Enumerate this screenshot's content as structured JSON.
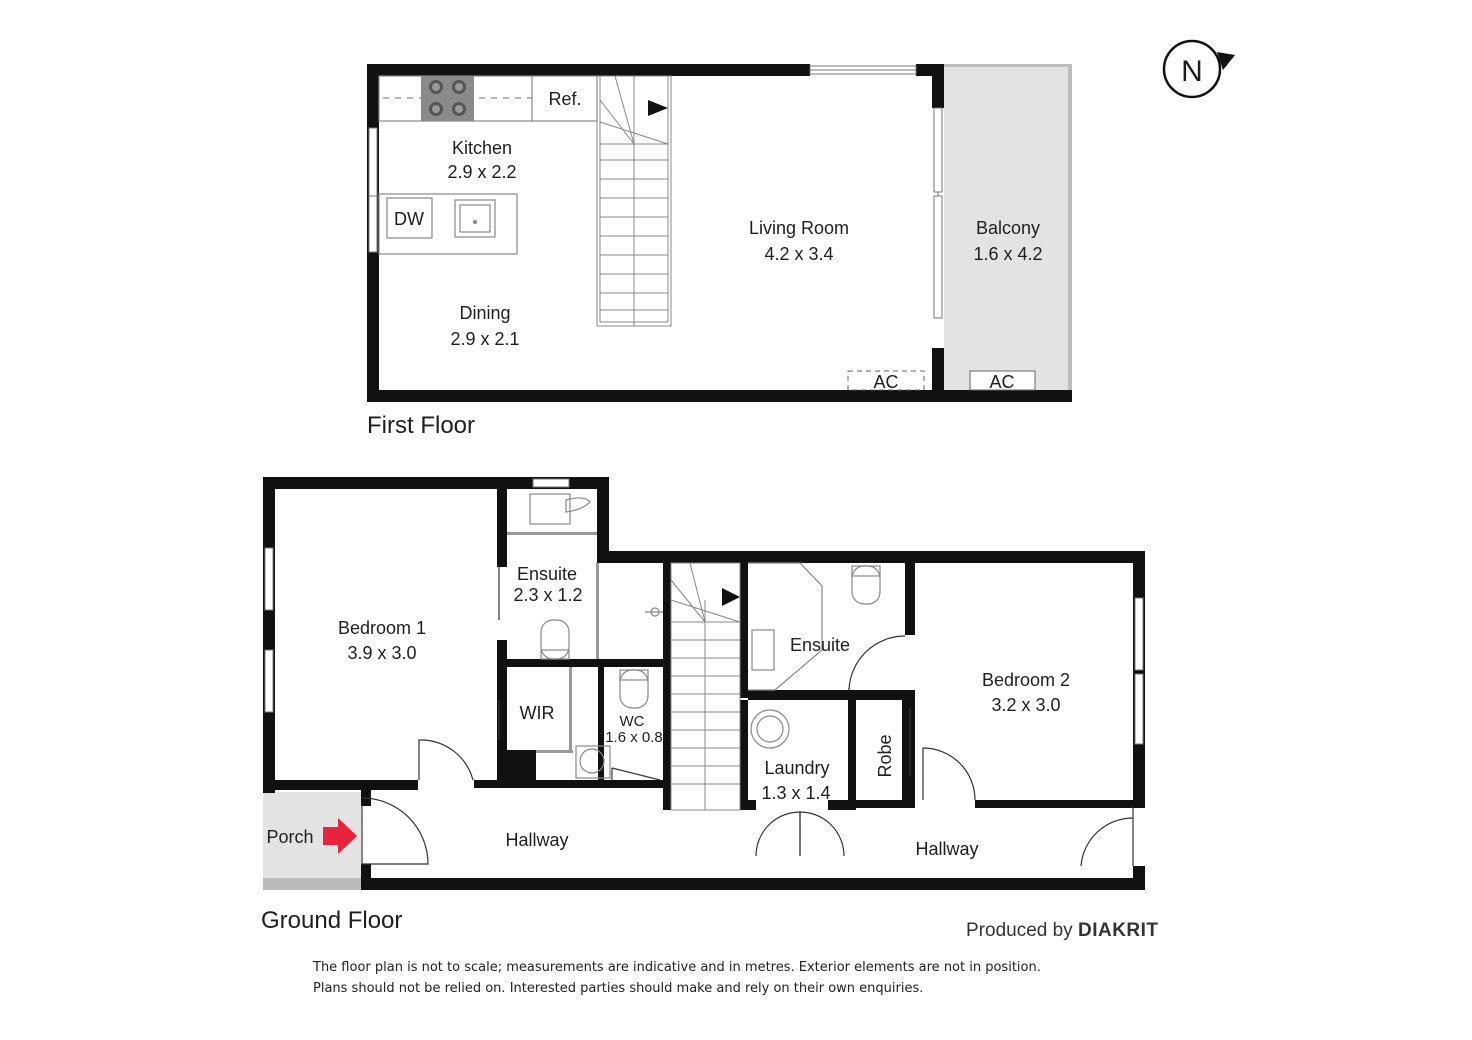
{
  "compass": {
    "label": "N",
    "icon": "north-compass-icon"
  },
  "first_floor": {
    "title": "First Floor",
    "rooms": {
      "kitchen": {
        "name": "Kitchen",
        "size": "2.9 x 2.2"
      },
      "dining": {
        "name": "Dining",
        "size": "2.9 x 2.1"
      },
      "living": {
        "name": "Living Room",
        "size": "4.2 x 3.4"
      },
      "balcony": {
        "name": "Balcony",
        "size": "1.6 x 4.2"
      }
    },
    "fixtures": {
      "ref": "Ref.",
      "dw": "DW",
      "ac_living": "AC",
      "ac_balcony": "AC"
    }
  },
  "ground_floor": {
    "title": "Ground Floor",
    "rooms": {
      "bedroom1": {
        "name": "Bedroom 1",
        "size": "3.9 x 3.0"
      },
      "ensuite1": {
        "name": "Ensuite",
        "size": "2.3 x 1.2"
      },
      "wir": {
        "name": "WIR"
      },
      "wc": {
        "name": "WC",
        "size": "1.6 x 0.8"
      },
      "ensuite2": {
        "name": "Ensuite"
      },
      "bedroom2": {
        "name": "Bedroom 2",
        "size": "3.2 x 3.0"
      },
      "laundry": {
        "name": "Laundry",
        "size": "1.3 x 1.4"
      },
      "robe": {
        "name": "Robe"
      },
      "porch": {
        "name": "Porch"
      },
      "hallway_left": {
        "name": "Hallway"
      },
      "hallway_right": {
        "name": "Hallway"
      }
    }
  },
  "credit": {
    "prefix": "Produced by",
    "brand": "DIAKRIT"
  },
  "disclaimer": {
    "line1": "The floor plan is not to scale; measurements are indicative and in metres. Exterior elements are not in position.",
    "line2": "Plans should not be relied on. Interested parties should make and rely on their own enquiries."
  },
  "colors": {
    "wall": "#111111",
    "shade": "#e3e3e3",
    "entry_arrow": "#e8243c",
    "fixture": "#888888"
  }
}
